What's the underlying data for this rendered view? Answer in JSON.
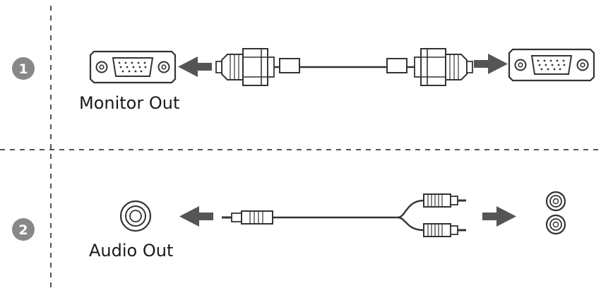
{
  "steps": [
    {
      "number": "1",
      "port_label": "Monitor Out"
    },
    {
      "number": "2",
      "port_label": "Audio Out"
    }
  ],
  "colors": {
    "line": "#333333",
    "arrow": "#555555",
    "badge": "#888888",
    "divider": "#555555"
  },
  "icons": {
    "step1_source": "vga-port-icon",
    "step1_cable": "vga-cable-icon",
    "step1_target": "vga-port-icon",
    "step2_source": "audio-jack-icon",
    "step2_cable": "audio-y-cable-icon",
    "step2_target": "rca-ports-icon"
  }
}
